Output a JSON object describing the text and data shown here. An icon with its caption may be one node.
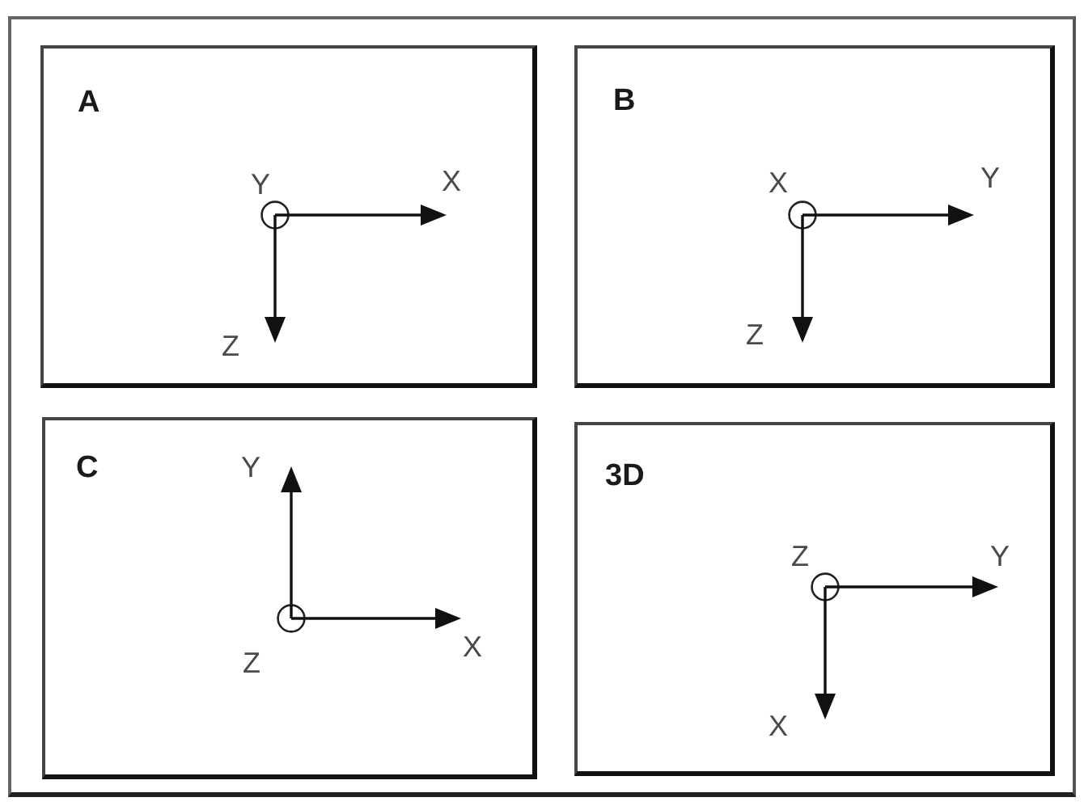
{
  "diagram": {
    "nodes": [
      {
        "text": [],
        "shape": "box"
      },
      {
        "text": [
          "A"
        ],
        "in": 0
      },
      {
        "text": [
          "B"
        ],
        "in": 0
      },
      {
        "text": [
          "C"
        ],
        "in": 0
      },
      {
        "text": [
          "3D"
        ],
        "in": 0
      }
    ],
    "labels": [
      "Y",
      "X",
      "Z",
      "X",
      "Y",
      "Z",
      "Y",
      "Z",
      "X",
      "Z",
      "Y",
      "X"
    ]
  }
}
